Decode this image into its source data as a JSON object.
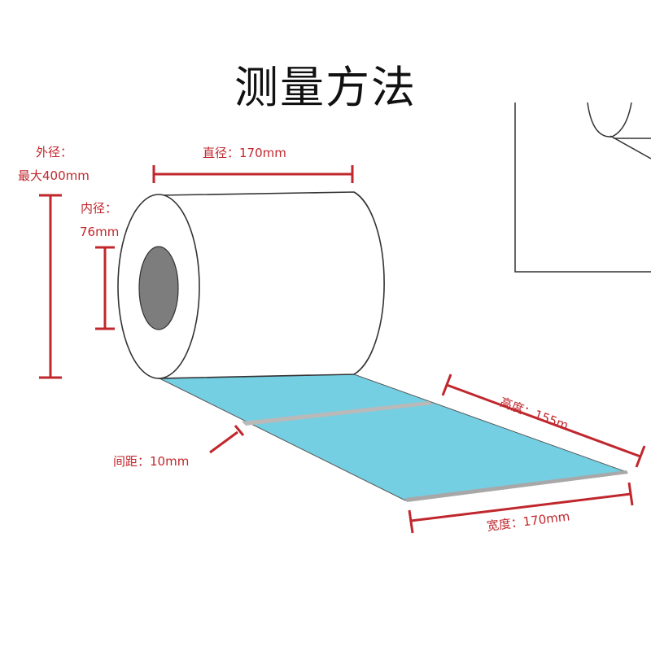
{
  "title": "测量方法",
  "labels": {
    "outer_diameter_name": "外径：",
    "outer_diameter_value": "最大400mm",
    "inner_diameter_name": "内径：",
    "inner_diameter_value": "76mm",
    "width_across": "直径：170mm",
    "height": "高度：155m",
    "width": "宽度：170mm",
    "gap": "间距：10mm"
  },
  "colors": {
    "dimension_red": "#c0272d",
    "label_blue": "#74cfe3",
    "label_gap_gray": "#b9b9b9",
    "core_gray": "#7d7d7d",
    "outline": "#333333"
  }
}
